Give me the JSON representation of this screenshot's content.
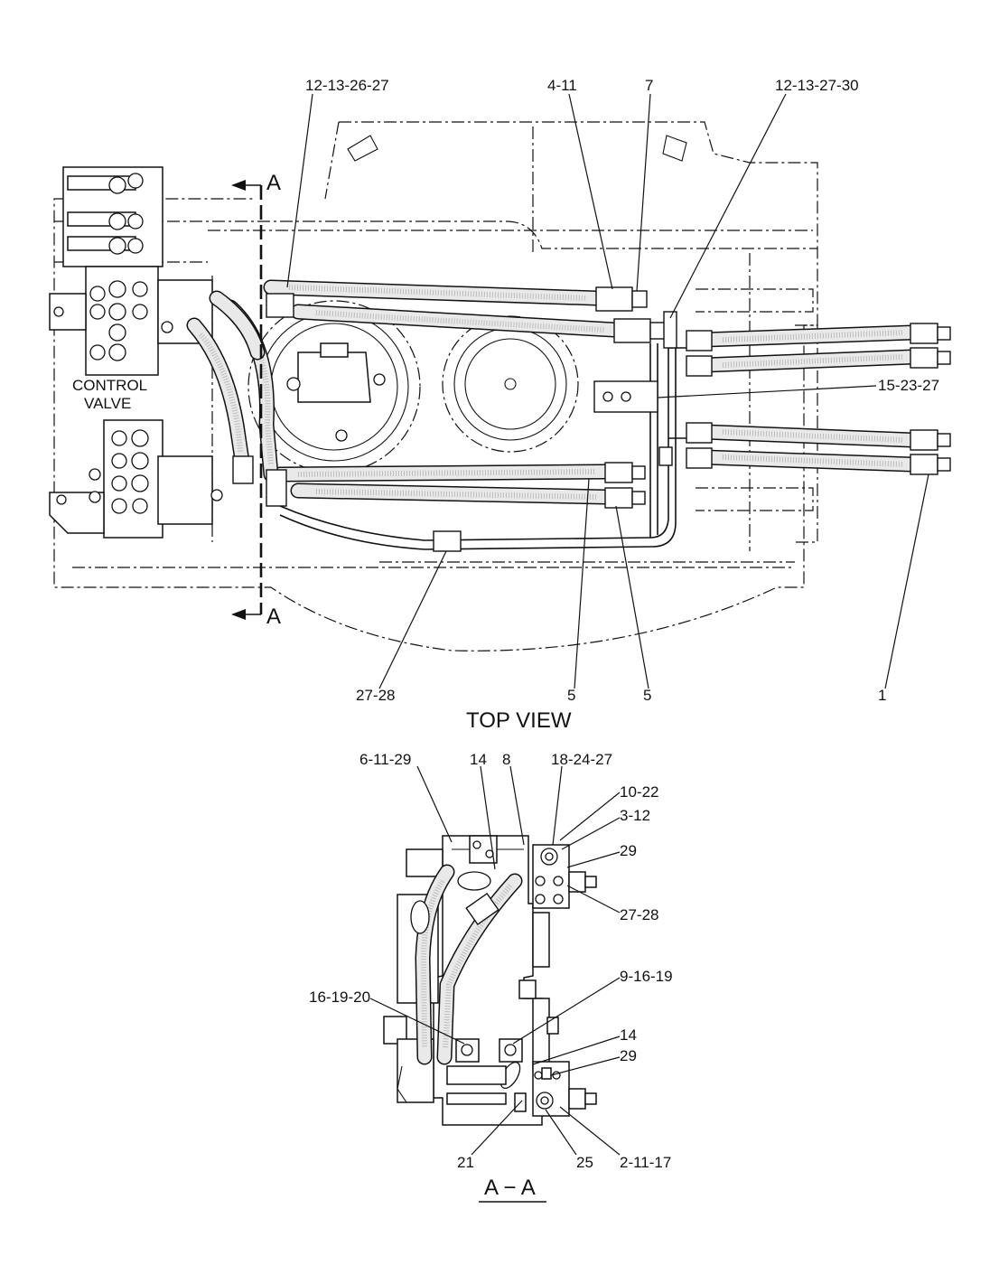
{
  "top_view": {
    "title": "TOP VIEW",
    "control_valve": {
      "line1": "CONTROL",
      "line2": "VALVE"
    },
    "section_markers": {
      "top": "A",
      "bottom": "A"
    },
    "callouts": [
      {
        "id": "c1",
        "text": "12-13-26-27"
      },
      {
        "id": "c2",
        "text": "4-11"
      },
      {
        "id": "c3",
        "text": "7"
      },
      {
        "id": "c4",
        "text": "12-13-27-30"
      },
      {
        "id": "c5",
        "text": "15-23-27"
      },
      {
        "id": "c6",
        "text": "27-28"
      },
      {
        "id": "c7",
        "text": "5"
      },
      {
        "id": "c8",
        "text": "5"
      },
      {
        "id": "c9",
        "text": "1"
      }
    ]
  },
  "section_view": {
    "title": "A − A",
    "callouts": [
      {
        "id": "s1",
        "text": "6-11-29"
      },
      {
        "id": "s2",
        "text": "14"
      },
      {
        "id": "s3",
        "text": "8"
      },
      {
        "id": "s4",
        "text": "18-24-27"
      },
      {
        "id": "s5",
        "text": "10-22"
      },
      {
        "id": "s6",
        "text": "3-12"
      },
      {
        "id": "s7",
        "text": "29"
      },
      {
        "id": "s8",
        "text": "27-28"
      },
      {
        "id": "s9",
        "text": "9-16-19"
      },
      {
        "id": "s10",
        "text": "16-19-20"
      },
      {
        "id": "s11",
        "text": "14"
      },
      {
        "id": "s12",
        "text": "29"
      },
      {
        "id": "s13",
        "text": "21"
      },
      {
        "id": "s14",
        "text": "25"
      },
      {
        "id": "s15",
        "text": "2-11-17"
      }
    ]
  }
}
